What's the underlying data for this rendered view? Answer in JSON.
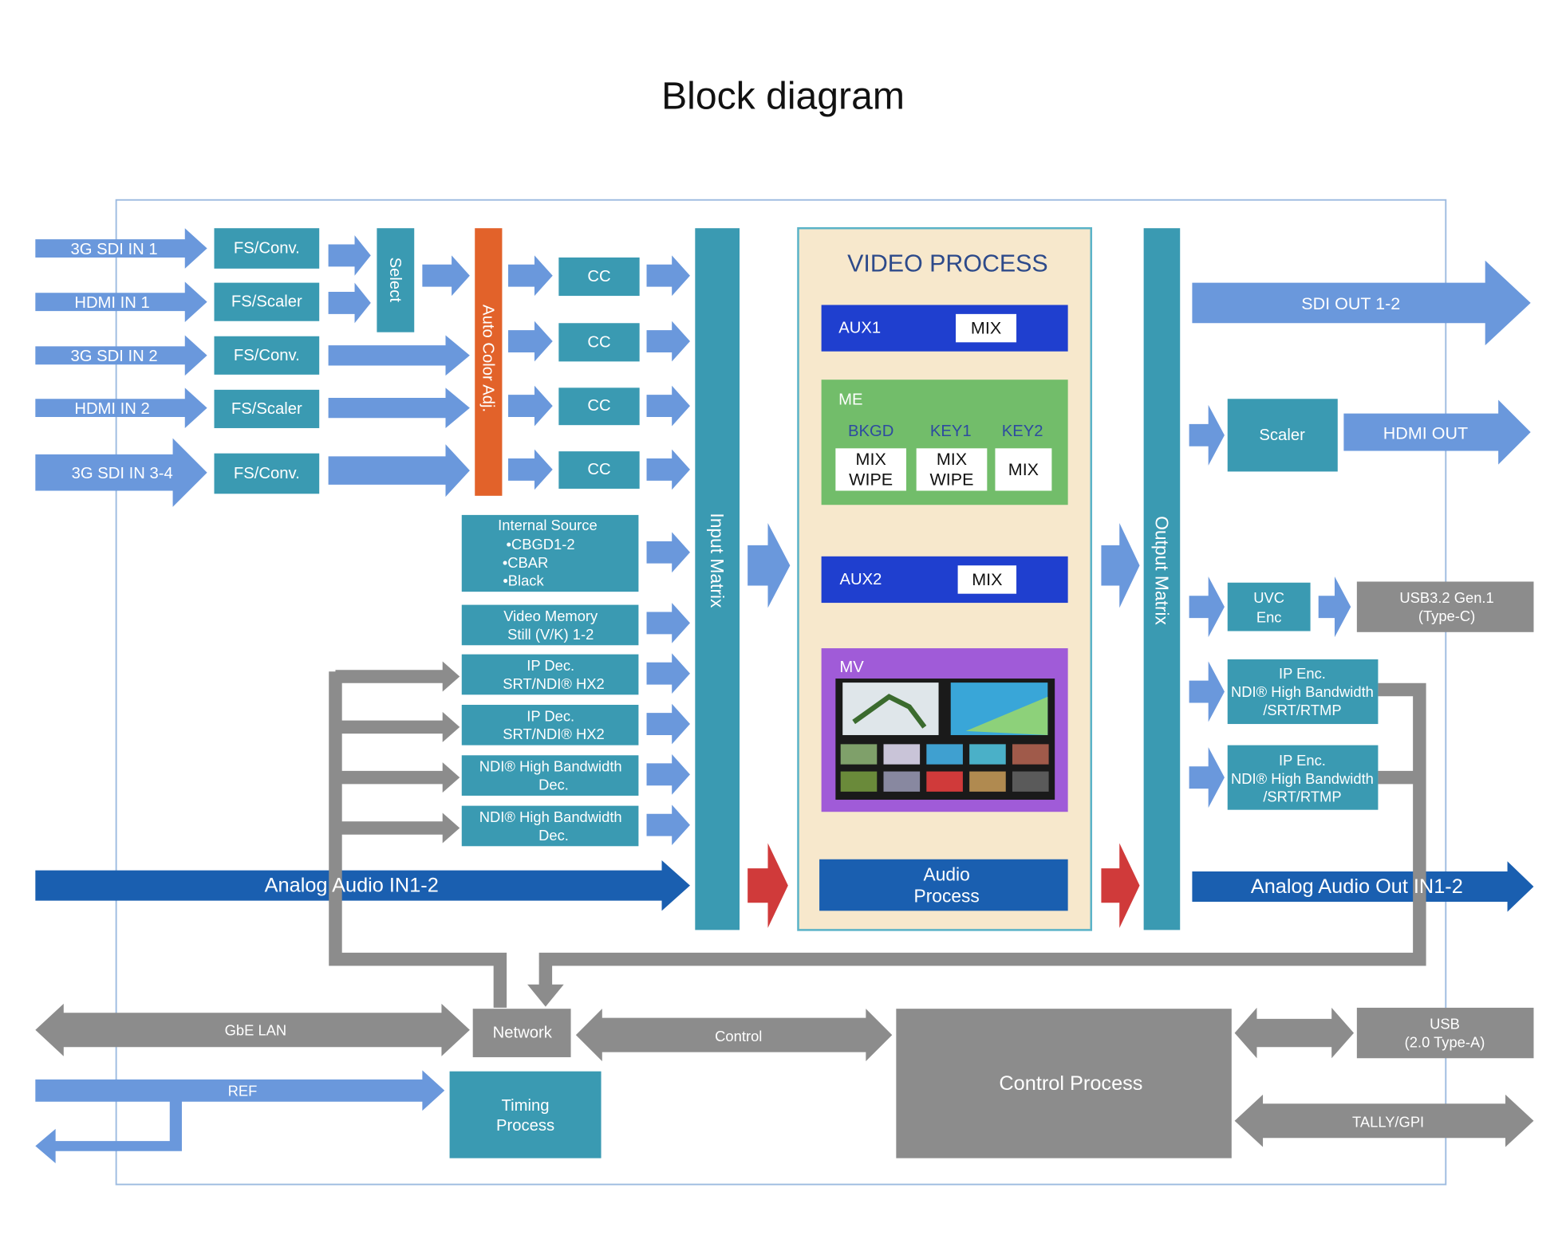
{
  "title": "Block diagram",
  "inputs": [
    "3G SDI IN 1",
    "HDMI IN 1",
    "3G SDI IN 2",
    "HDMI IN 2",
    "3G SDI IN 3-4"
  ],
  "converters": [
    "FS/Conv.",
    "FS/Scaler",
    "FS/Conv.",
    "FS/Scaler",
    "FS/Conv."
  ],
  "select": "Select",
  "auto_color": "Auto Color Adj.",
  "cc": [
    "CC",
    "CC",
    "CC",
    "CC"
  ],
  "internal_source": [
    "Internal Source",
    "•CBGD1-2",
    "•CBAR",
    "•Black"
  ],
  "video_memory": [
    "Video Memory",
    "Still (V/K) 1-2"
  ],
  "ip_dec": [
    [
      "IP Dec.",
      "SRT/NDI® HX2"
    ],
    [
      "IP Dec.",
      "SRT/NDI® HX2"
    ]
  ],
  "ndi_dec": [
    [
      "NDI® High Bandwidth",
      "Dec."
    ],
    [
      "NDI® High Bandwidth",
      "Dec."
    ]
  ],
  "input_matrix": "Input Matrix",
  "output_matrix": "Output Matrix",
  "video_process": {
    "title": "VIDEO PROCESS",
    "aux1": {
      "label": "AUX1",
      "mode": "MIX"
    },
    "me": {
      "label": "ME",
      "columns": [
        "BKGD",
        "KEY1",
        "KEY2"
      ],
      "modes": [
        [
          "MIX",
          "WIPE"
        ],
        [
          "MIX",
          "WIPE"
        ],
        [
          "MIX"
        ]
      ]
    },
    "aux2": {
      "label": "AUX2",
      "mode": "MIX"
    },
    "mv": {
      "label": "MV"
    }
  },
  "audio": {
    "in": "Analog Audio IN1-2",
    "process": [
      "Audio",
      "Process"
    ],
    "out": "Analog Audio Out IN1-2"
  },
  "outputs": {
    "sdi_out": "SDI OUT 1-2",
    "scaler": "Scaler",
    "hdmi_out": "HDMI OUT",
    "uvc": [
      "UVC",
      "Enc"
    ],
    "usb3": [
      "USB3.2 Gen.1",
      "(Type-C)"
    ],
    "ip_enc": [
      [
        "IP Enc.",
        "NDI® High Bandwidth",
        "/SRT/RTMP"
      ],
      [
        "IP Enc.",
        "NDI® High Bandwidth",
        "/SRT/RTMP"
      ]
    ]
  },
  "bottom": {
    "gbe": "GbE LAN",
    "network": "Network",
    "control": "Control",
    "control_process": "Control Process",
    "usb": [
      "USB",
      "(2.0 Type-A)"
    ],
    "tally": "TALLY/GPI",
    "ref": "REF",
    "timing": [
      "Timing",
      "Process"
    ]
  },
  "colors": {
    "signal_arrow": "#6a98dc",
    "block": "#3a9ab2",
    "auto_color": "#e2622a",
    "audio": "#1a5fb0",
    "control": "#8c8c8c",
    "audio_link": "#d03a3a",
    "video_process_bg": "#f7e8cc",
    "aux": "#1f3fcf",
    "me": "#72bd6a",
    "mv": "#a05bd8"
  }
}
